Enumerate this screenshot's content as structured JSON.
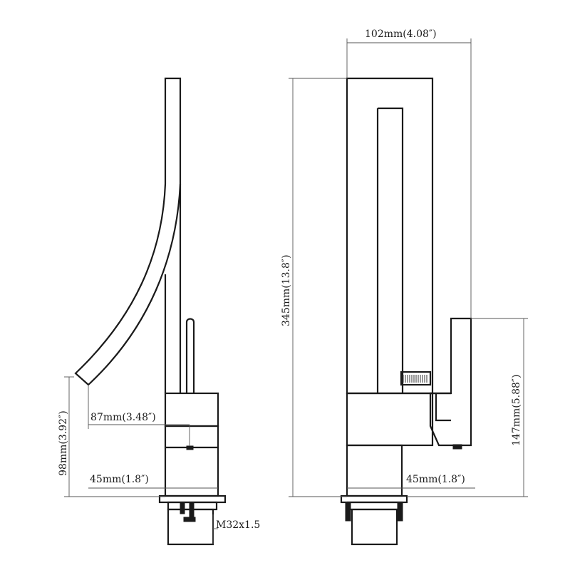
{
  "colors": {
    "line": "#1a1a1a",
    "background": "#ffffff"
  },
  "side_view": {
    "dimensions": {
      "height_spout": "98mm(3.92″)",
      "reach": "87mm(3.48″)",
      "base_width": "45mm(1.8″)",
      "thread": "M32x1.5"
    }
  },
  "front_view": {
    "dimensions": {
      "width": "102mm(4.08″)",
      "total_height": "345mm(13.8″)",
      "handle_height": "147mm(5.88″)",
      "base_width": "45mm(1.8″)"
    }
  }
}
